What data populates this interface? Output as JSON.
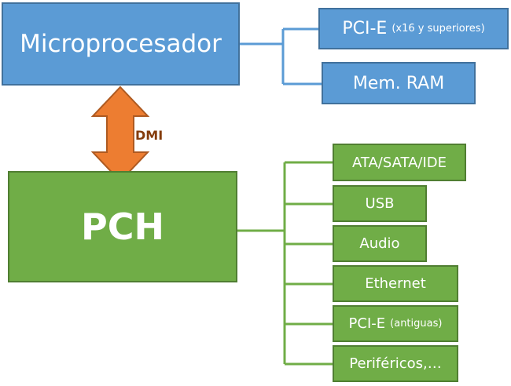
{
  "cpu": {
    "label": "Microprocesador"
  },
  "pcie_x16": {
    "label": "PCI-E",
    "note": "(x16 y superiores)"
  },
  "ram": {
    "label": "Mem. RAM"
  },
  "dmi": {
    "label": "DMI"
  },
  "pch": {
    "label": "PCH"
  },
  "peripherals": [
    {
      "label": "ATA/SATA/IDE",
      "note": ""
    },
    {
      "label": "USB",
      "note": ""
    },
    {
      "label": "Audio",
      "note": ""
    },
    {
      "label": "Ethernet",
      "note": ""
    },
    {
      "label": "PCI-E",
      "note": "(antiguas)"
    },
    {
      "label": "Periféricos,…",
      "note": ""
    }
  ],
  "colors": {
    "blue_fill": "#5b9bd5",
    "blue_border": "#41719c",
    "green_fill": "#70ad47",
    "green_border": "#507e32",
    "arrow_fill": "#ed7d31",
    "arrow_border": "#ae5a21"
  }
}
